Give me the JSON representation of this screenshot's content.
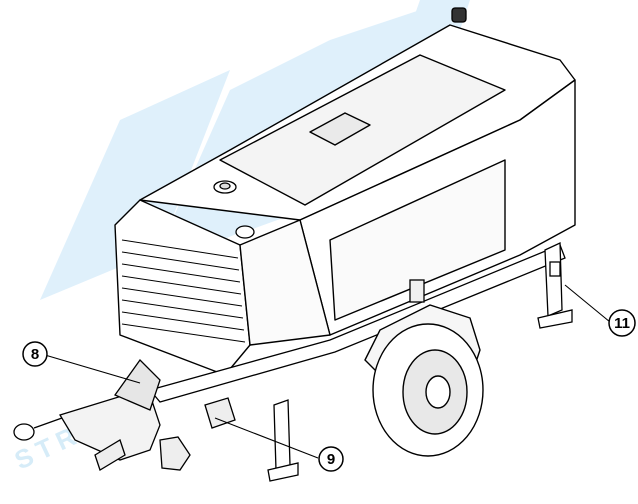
{
  "watermark": {
    "text": "STREIF",
    "color": "#cfe6f6"
  },
  "callouts": [
    {
      "id": "8",
      "label": "8"
    },
    {
      "id": "9",
      "label": "9"
    },
    {
      "id": "11",
      "label": "11"
    }
  ],
  "colors": {
    "line": "#000000",
    "fill": "#ffffff",
    "shade": "#e6e6e6"
  }
}
